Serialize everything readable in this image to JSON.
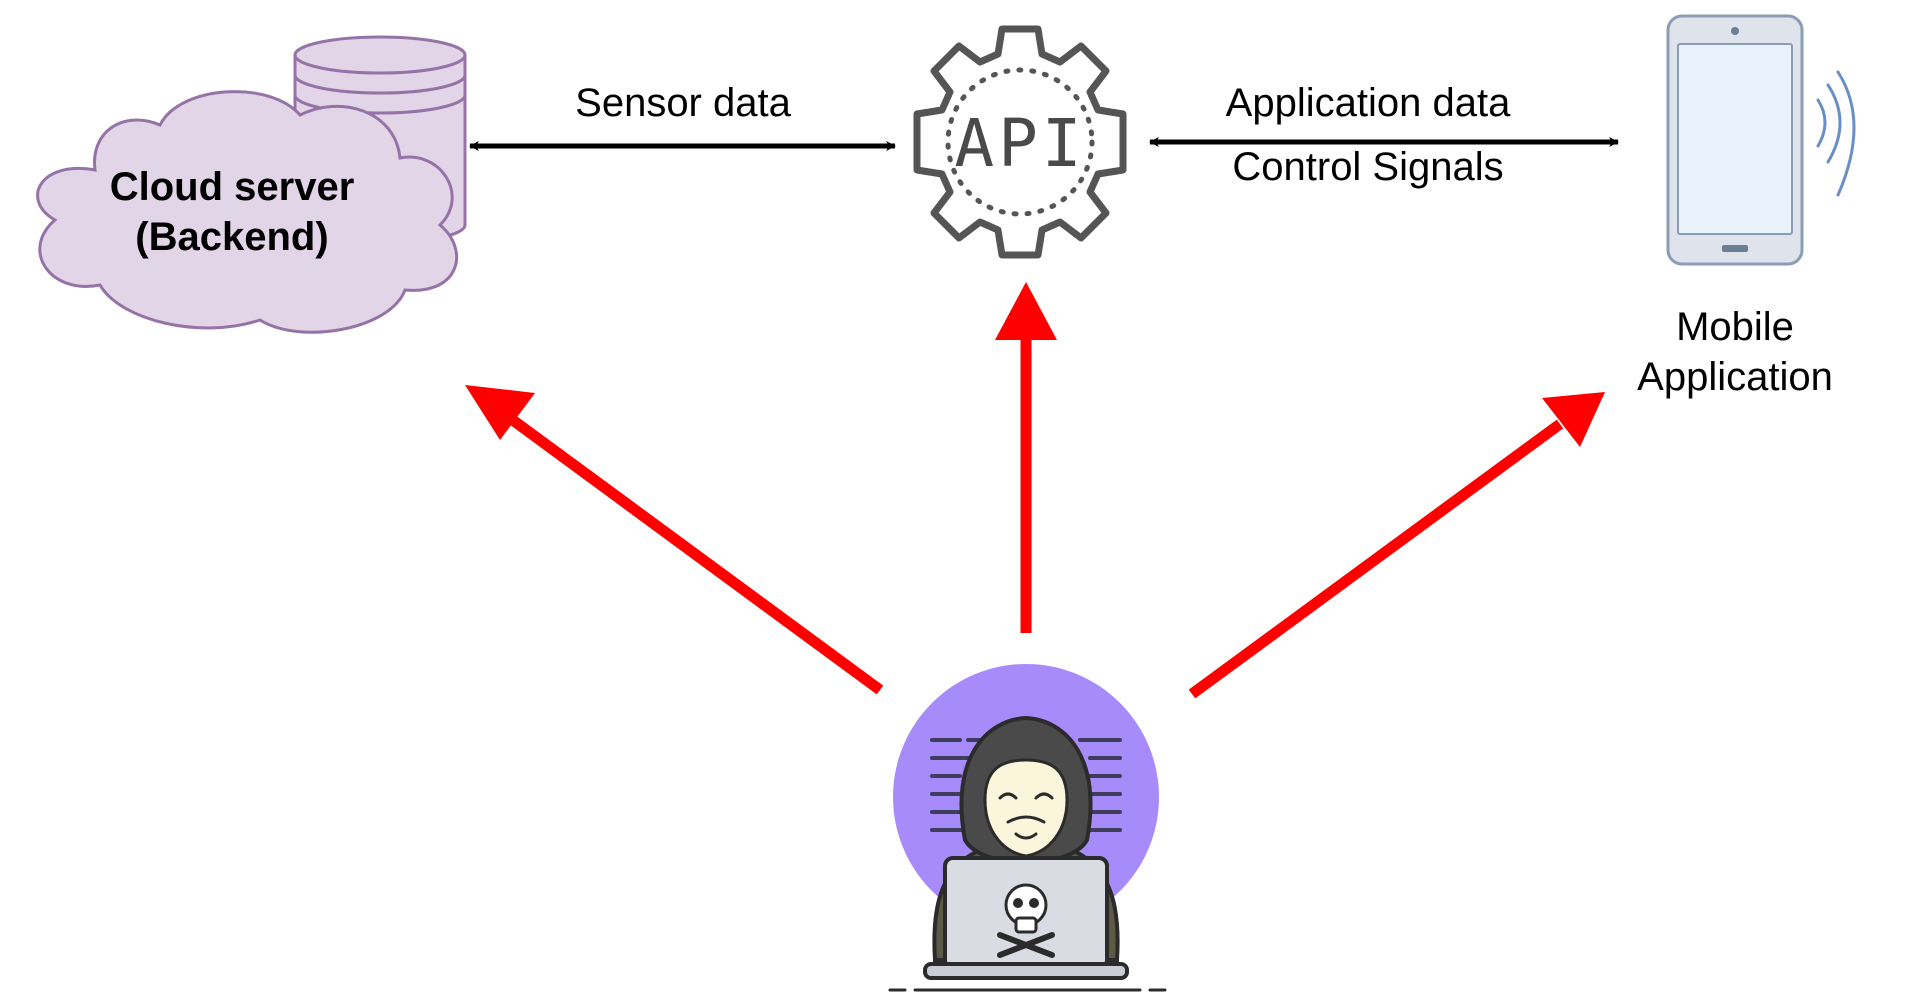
{
  "nodes": {
    "cloud": {
      "label_line1": "Cloud server",
      "label_line2": "(Backend)",
      "fill": "#e1d5e7",
      "stroke": "#9673a6"
    },
    "api": {
      "label": "API",
      "icon": "gear-icon"
    },
    "mobile": {
      "label_line1": "Mobile",
      "label_line2": "Application",
      "icon": "smartphone-icon"
    },
    "attacker": {
      "icon": "hacker-icon"
    }
  },
  "edges": {
    "cloud_api": {
      "label": "Sensor data"
    },
    "api_mobile": {
      "label_line1": "Application data",
      "label_line2": "Control Signals"
    }
  },
  "colors": {
    "attack_arrow": "#ff0000",
    "data_arrow": "#000000",
    "phone_body": "#dfe4ec",
    "phone_screen": "#eaf3fb",
    "phone_stroke": "#8a9db5",
    "hacker_circle": "#a78bfa"
  }
}
